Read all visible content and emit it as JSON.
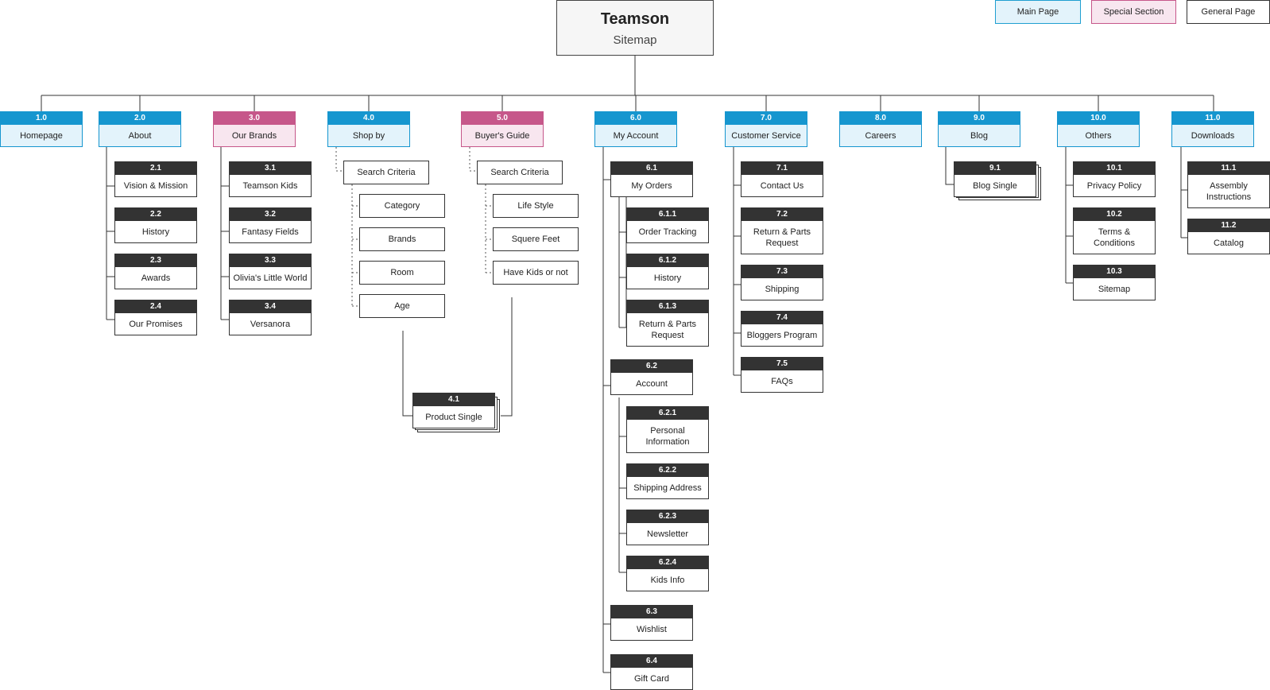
{
  "title": {
    "main": "Teamson",
    "sub": "Sitemap"
  },
  "legend": {
    "main": "Main Page",
    "special": "Special Section",
    "general": "General Page"
  },
  "colors": {
    "main": "#1696cf",
    "main_fill": "#e3f3fb",
    "special": "#c6578a",
    "special_fill": "#f8e6ef",
    "general": "#333333"
  },
  "top": [
    {
      "id": "1.0",
      "label": "Homepage",
      "type": "main"
    },
    {
      "id": "2.0",
      "label": "About",
      "type": "main"
    },
    {
      "id": "3.0",
      "label": "Our Brands",
      "type": "special"
    },
    {
      "id": "4.0",
      "label": "Shop by",
      "type": "main"
    },
    {
      "id": "5.0",
      "label": "Buyer's Guide",
      "type": "special"
    },
    {
      "id": "6.0",
      "label": "My Account",
      "type": "main"
    },
    {
      "id": "7.0",
      "label": "Customer Service",
      "type": "main"
    },
    {
      "id": "8.0",
      "label": "Careers",
      "type": "main"
    },
    {
      "id": "9.0",
      "label": "Blog",
      "type": "main"
    },
    {
      "id": "10.0",
      "label": "Others",
      "type": "main"
    },
    {
      "id": "11.0",
      "label": "Downloads",
      "type": "main"
    }
  ],
  "about": [
    {
      "id": "2.1",
      "label": "Vision & Mission"
    },
    {
      "id": "2.2",
      "label": "History"
    },
    {
      "id": "2.3",
      "label": "Awards"
    },
    {
      "id": "2.4",
      "label": "Our Promises"
    }
  ],
  "brands": [
    {
      "id": "3.1",
      "label": "Teamson Kids"
    },
    {
      "id": "3.2",
      "label": "Fantasy Fields"
    },
    {
      "id": "3.3",
      "label": "Olivia's Little World"
    },
    {
      "id": "3.4",
      "label": "Versanora"
    }
  ],
  "shopby": {
    "criteria": "Search Criteria",
    "items": [
      "Category",
      "Brands",
      "Room",
      "Age"
    ]
  },
  "guide": {
    "criteria": "Search Criteria",
    "items": [
      "Life Style",
      "Squere Feet",
      "Have Kids or not"
    ]
  },
  "product": {
    "id": "4.1",
    "label": "Product Single"
  },
  "account": {
    "orders": {
      "id": "6.1",
      "label": "My Orders"
    },
    "orders_children": [
      {
        "id": "6.1.1",
        "label": "Order Tracking"
      },
      {
        "id": "6.1.2",
        "label": "History"
      },
      {
        "id": "6.1.3",
        "label": "Return & Parts Request"
      }
    ],
    "acct": {
      "id": "6.2",
      "label": "Account"
    },
    "acct_children": [
      {
        "id": "6.2.1",
        "label": "Personal Information"
      },
      {
        "id": "6.2.2",
        "label": "Shipping Address"
      },
      {
        "id": "6.2.3",
        "label": "Newsletter"
      },
      {
        "id": "6.2.4",
        "label": "Kids Info"
      }
    ],
    "wishlist": {
      "id": "6.3",
      "label": "Wishlist"
    },
    "giftcard": {
      "id": "6.4",
      "label": "Gift Card"
    }
  },
  "service": [
    {
      "id": "7.1",
      "label": "Contact Us"
    },
    {
      "id": "7.2",
      "label": "Return & Parts Request"
    },
    {
      "id": "7.3",
      "label": "Shipping"
    },
    {
      "id": "7.4",
      "label": "Bloggers Program"
    },
    {
      "id": "7.5",
      "label": "FAQs"
    }
  ],
  "blog": {
    "id": "9.1",
    "label": "Blog Single"
  },
  "others": [
    {
      "id": "10.1",
      "label": "Privacy Policy"
    },
    {
      "id": "10.2",
      "label": "Terms & Conditions"
    },
    {
      "id": "10.3",
      "label": "Sitemap"
    }
  ],
  "downloads": [
    {
      "id": "11.1",
      "label": "Assembly Instructions"
    },
    {
      "id": "11.2",
      "label": "Catalog"
    }
  ]
}
